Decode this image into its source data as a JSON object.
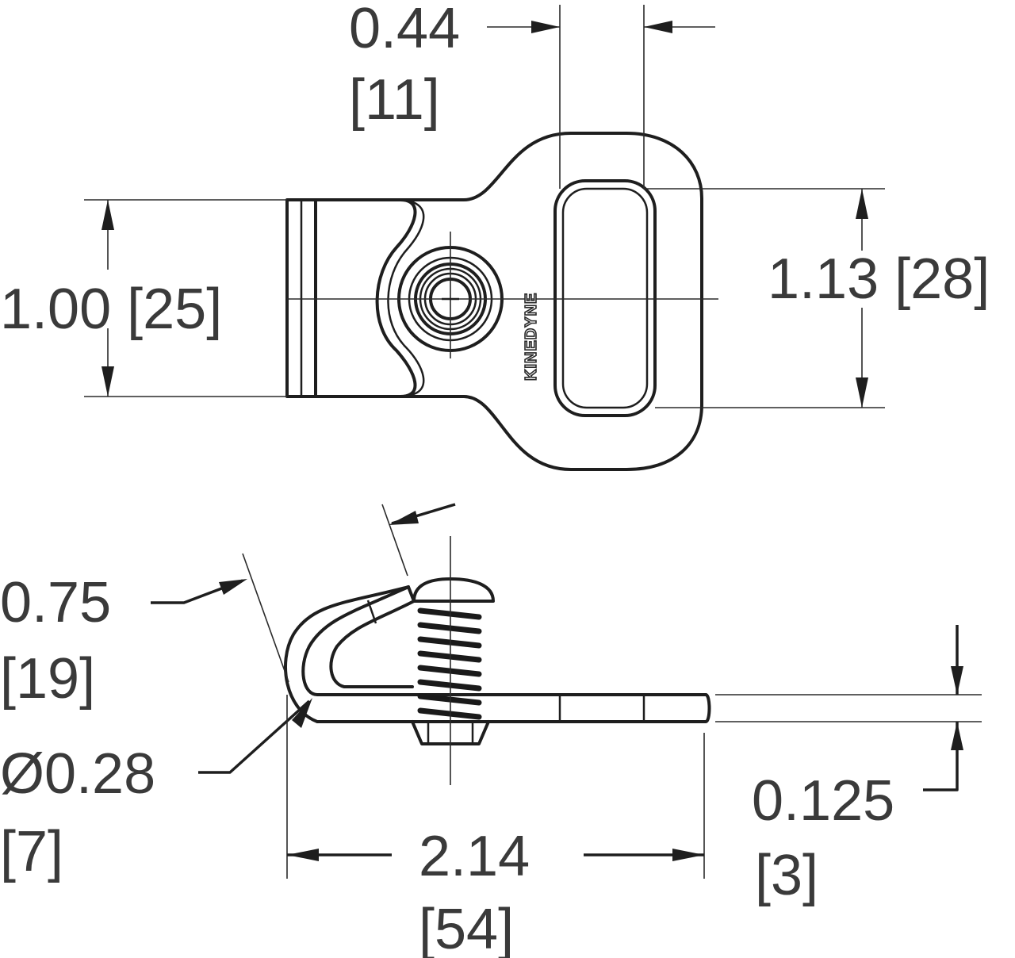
{
  "top_view": {
    "brand_text": "KINEDYNE",
    "dim_slot_width": {
      "value": "0.44",
      "metric": "[11]"
    },
    "dim_base_height": {
      "value": "1.00 [25]"
    },
    "dim_overall_height": {
      "value": "1.13 [28]"
    }
  },
  "side_view": {
    "dim_hook": {
      "value": "0.75",
      "metric": "[19]"
    },
    "dim_diameter": {
      "value": "Ø0.28",
      "metric": "[7]"
    },
    "dim_length": {
      "value": "2.14",
      "metric": "[54]"
    },
    "dim_thickness": {
      "value": "0.125",
      "metric": "[3]"
    }
  }
}
